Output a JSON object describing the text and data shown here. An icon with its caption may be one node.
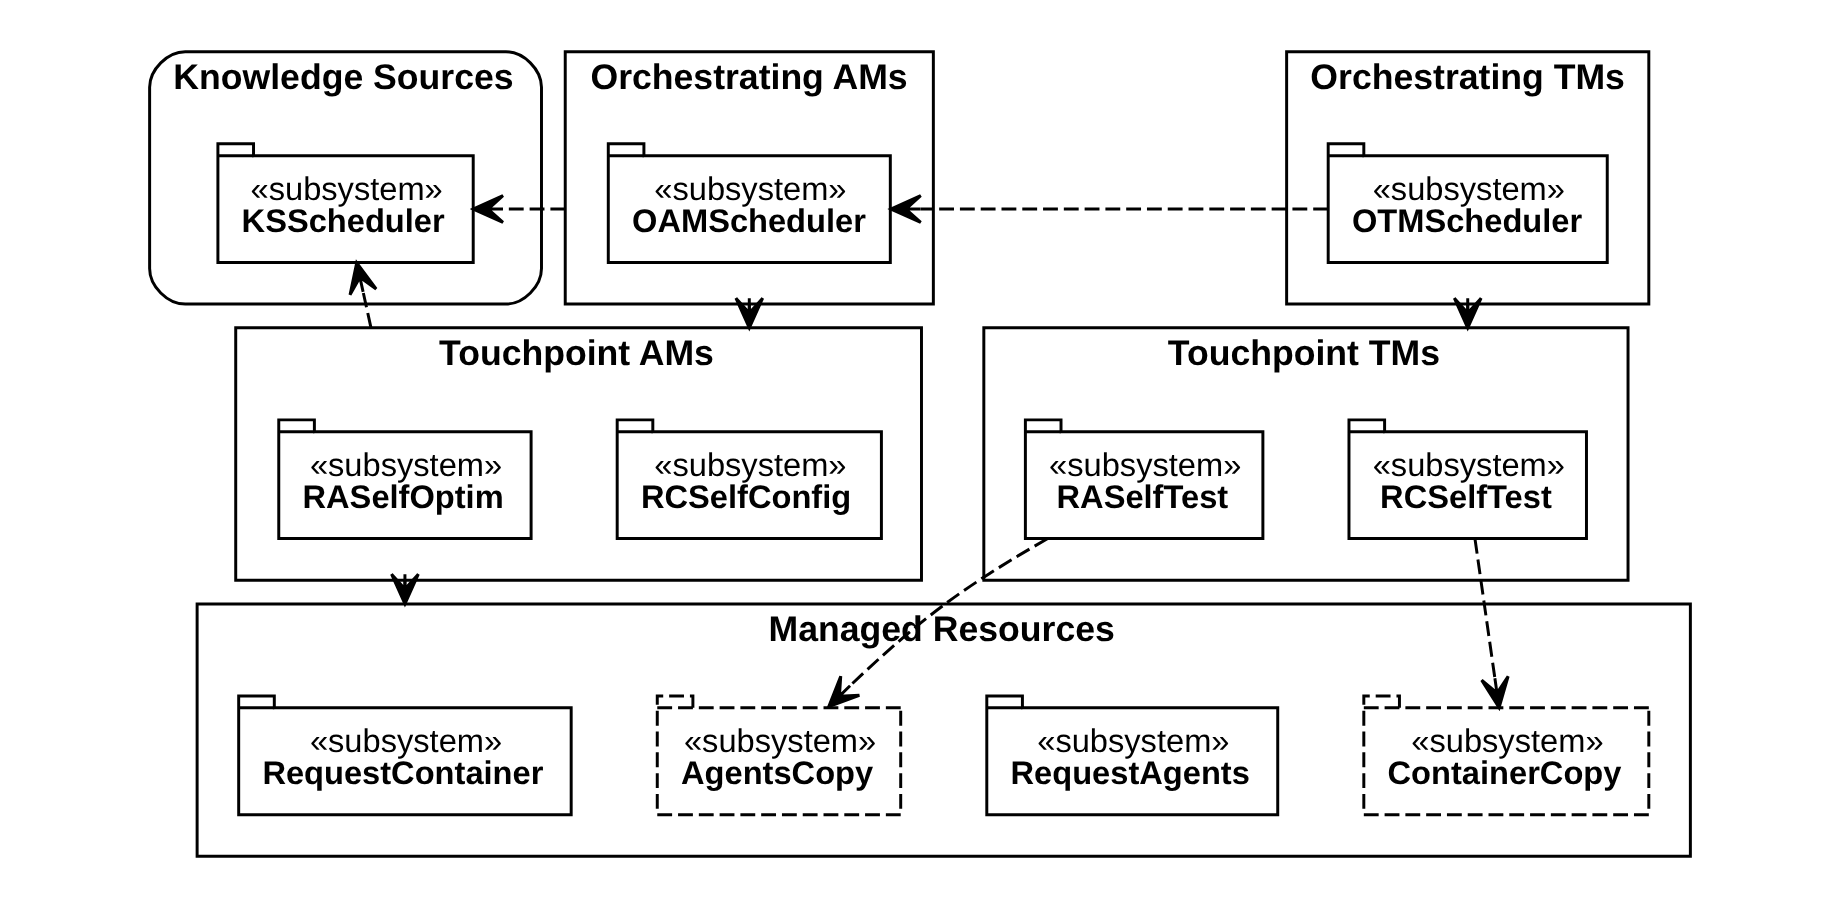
{
  "diagram": {
    "nodes": [
      {
        "text": [
          "Knowledge Sources"
        ]
      },
      {
        "text": [
          "«subsystem»",
          "KSScheduler"
        ],
        "in": 0
      },
      {
        "text": [
          "Orchestrating AMs"
        ]
      },
      {
        "text": [
          "«subsystem»",
          "OAMScheduler"
        ],
        "in": 2
      },
      {
        "text": [
          "Orchestrating TMs"
        ]
      },
      {
        "text": [
          "«subsystem»",
          "OTMScheduler"
        ],
        "in": 4
      },
      {
        "text": [
          "Touchpoint AMs"
        ]
      },
      {
        "text": [
          "«subsystem»",
          "RCSelfConfig"
        ],
        "in": 6
      },
      {
        "text": [
          "«subsystem»",
          "RASelfOptim"
        ],
        "in": 6
      },
      {
        "text": [
          "Touchpoint TMs"
        ]
      },
      {
        "text": [
          "«subsystem»",
          "RCSelfTest"
        ],
        "in": 9
      },
      {
        "text": [
          "«subsystem»",
          "RASelfTest"
        ],
        "in": 9
      },
      {
        "text": [
          "Managed Resources"
        ]
      },
      {
        "text": [
          "«subsystem»",
          "RequestContainer"
        ],
        "in": 12
      },
      {
        "text": [
          "«subsystem»",
          "RequestAgents"
        ],
        "in": 12
      },
      {
        "text": [
          "«subsystem»",
          "ContainerCopy"
        ],
        "in": 12
      },
      {
        "text": [
          "«subsystem»",
          "AgentsCopy"
        ],
        "in": 12
      }
    ],
    "edges": [
      {
        "from": 2,
        "to": 1,
        "arrow": "to",
        "style": "dashed"
      },
      {
        "from": 5,
        "to": 3,
        "arrow": "to",
        "style": "dashed"
      },
      {
        "from": 2,
        "to": 6,
        "arrow": "to",
        "style": "dashed"
      },
      {
        "from": 4,
        "to": 9,
        "arrow": "to",
        "style": "dashed"
      },
      {
        "from": 6,
        "to": 1,
        "arrow": "to",
        "style": "dashed"
      },
      {
        "from": 6,
        "to": 12,
        "arrow": "to",
        "style": "dashed"
      },
      {
        "from": 10,
        "to": 15,
        "arrow": "to",
        "style": "dashed"
      },
      {
        "from": 11,
        "to": 16,
        "arrow": "to",
        "style": "dashed"
      }
    ]
  }
}
